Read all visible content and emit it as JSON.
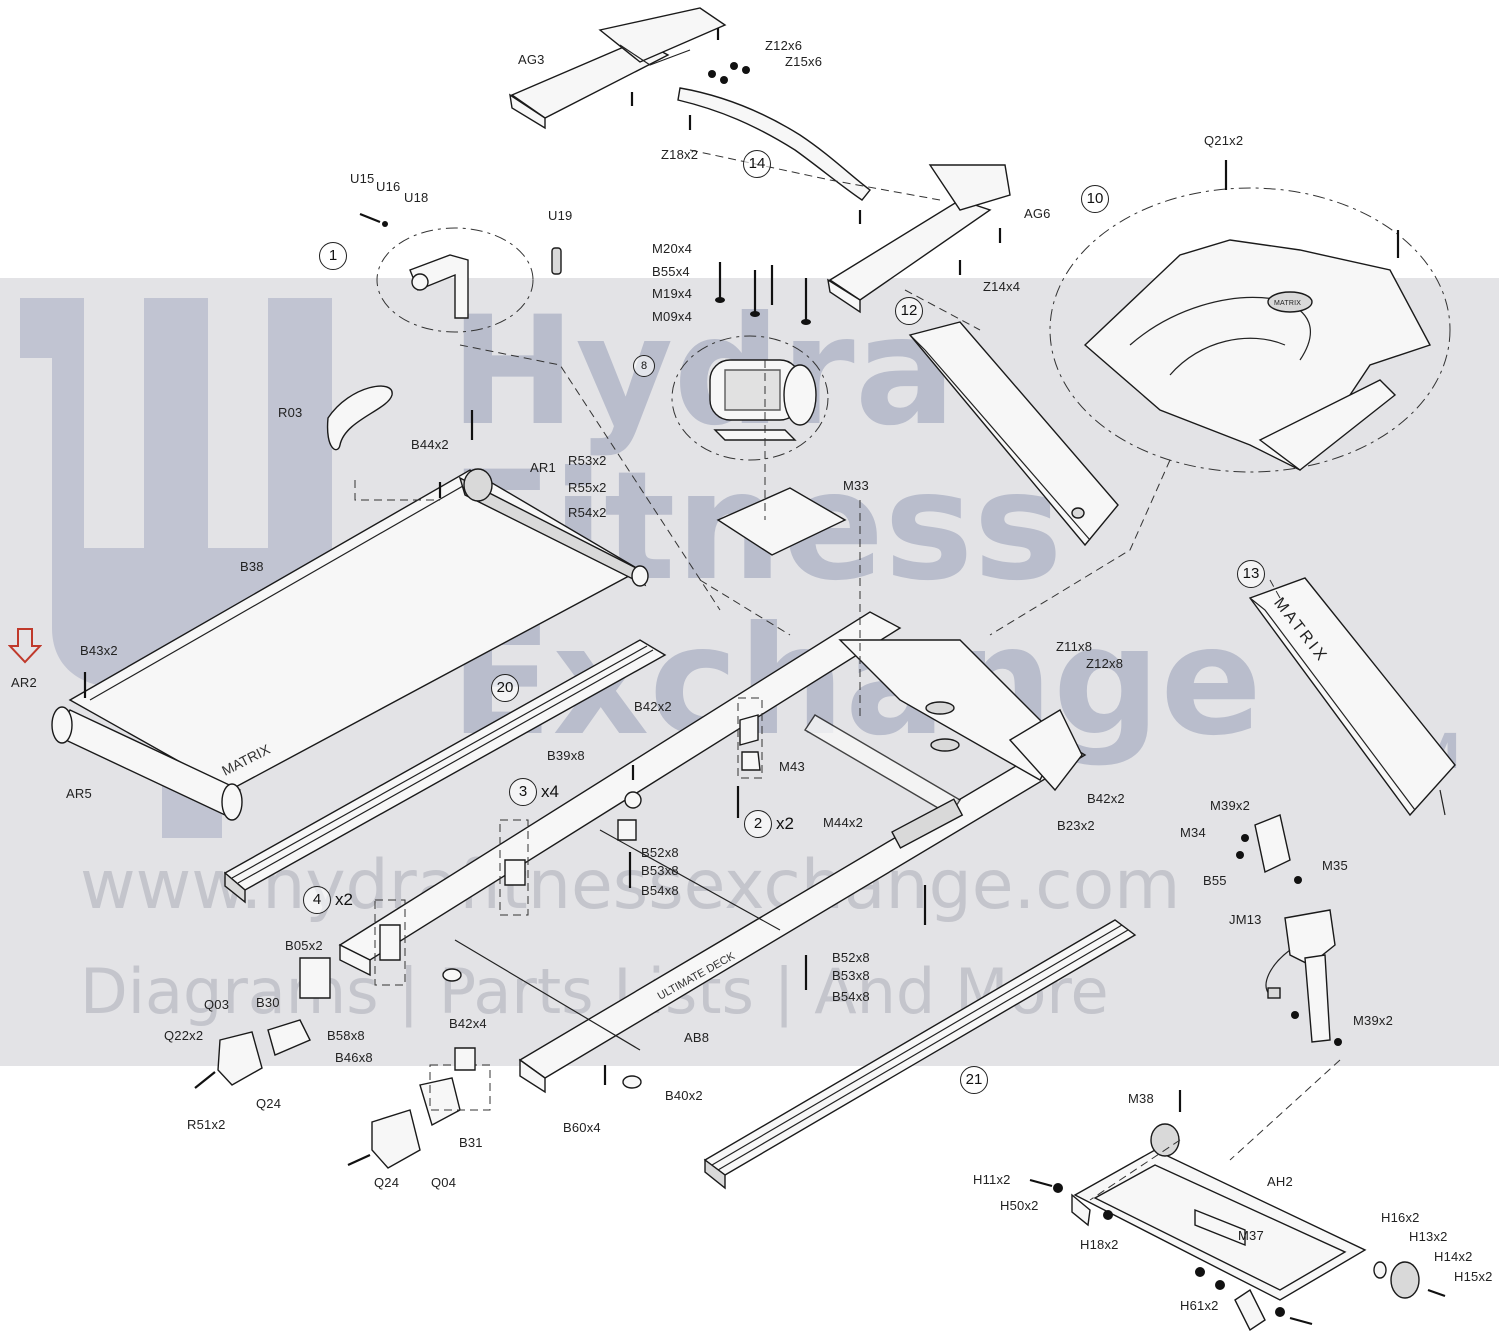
{
  "watermark": {
    "brand_line1": "Hydra",
    "brand_line2": "Fitness",
    "brand_line3": "Exchange",
    "trademark": "TM",
    "website": "www.hydrafitnessexchange.com",
    "tagline": "Diagrams | Parts Lists | And More"
  },
  "frame_print": {
    "belt_print": "MATRIX",
    "upright_print": "MATRIX",
    "frame_print": "ULTIMATE DECK",
    "hood_logo": "MATRIX"
  },
  "callouts": [
    {
      "id": "c1",
      "label": "1"
    },
    {
      "id": "c8",
      "label": "8"
    },
    {
      "id": "c10",
      "label": "10"
    },
    {
      "id": "c12",
      "label": "12"
    },
    {
      "id": "c13",
      "label": "13"
    },
    {
      "id": "c14",
      "label": "14"
    },
    {
      "id": "c20",
      "label": "20"
    },
    {
      "id": "c21",
      "label": "21"
    },
    {
      "id": "c2",
      "label": "2",
      "qty": "x2"
    },
    {
      "id": "c3",
      "label": "3",
      "qty": "x4"
    },
    {
      "id": "c4",
      "label": "4",
      "qty": "x2"
    }
  ],
  "labels": {
    "AG3": "AG3",
    "Z12x6": "Z12x6",
    "Z15x6": "Z15x6",
    "Z18x2": "Z18x2",
    "AG6": "AG6",
    "Z14x4": "Z14x4",
    "Q21x2": "Q21x2",
    "U15": "U15",
    "U16": "U16",
    "U18": "U18",
    "U19": "U19",
    "M20x4": "M20x4",
    "B55x4": "B55x4",
    "M19x4": "M19x4",
    "M09x4": "M09x4",
    "R03": "R03",
    "B44x2": "B44x2",
    "AR1": "AR1",
    "R53x2": "R53x2",
    "R55x2": "R55x2",
    "R54x2": "R54x2",
    "M33": "M33",
    "B38": "B38",
    "B43x2": "B43x2",
    "AR2": "AR2",
    "AR5": "AR5",
    "Z11x8": "Z11x8",
    "Z12x8": "Z12x8",
    "B42x2a": "B42x2",
    "B39x8": "B39x8",
    "M43": "M43",
    "M44x2": "M44x2",
    "B42x2b": "B42x2",
    "B23x2": "B23x2",
    "M39x2a": "M39x2",
    "M34": "M34",
    "M35": "M35",
    "B55": "B55",
    "B52x8a": "B52x8",
    "B53x8a": "B53x8",
    "B54x8a": "B54x8",
    "JM13": "JM13",
    "B05x2": "B05x2",
    "Q03": "Q03",
    "B30": "B30",
    "Q22x2": "Q22x2",
    "B58x8": "B58x8",
    "B46x8": "B46x8",
    "B42x4": "B42x4",
    "B52x8b": "B52x8",
    "B53x8b": "B53x8",
    "B54x8b": "B54x8",
    "AB8": "AB8",
    "M39x2b": "M39x2",
    "Q24a": "Q24",
    "R51x2": "R51x2",
    "B31": "B31",
    "B40x2": "B40x2",
    "B60x4": "B60x4",
    "M38": "M38",
    "Q24b": "Q24",
    "Q04": "Q04",
    "H11x2": "H11x2",
    "H50x2": "H50x2",
    "AH2": "AH2",
    "H18x2": "H18x2",
    "M37": "M37",
    "H16x2": "H16x2",
    "H13x2": "H13x2",
    "H14x2": "H14x2",
    "H15x2": "H15x2",
    "H61x2": "H61x2"
  },
  "colors": {
    "watermark_band": "#e3e3e6",
    "watermark_text": "#b9bdcc",
    "marker": "#c0392b",
    "line": "#222222"
  },
  "icons": {
    "marker": "down-arrow-outline-icon"
  }
}
